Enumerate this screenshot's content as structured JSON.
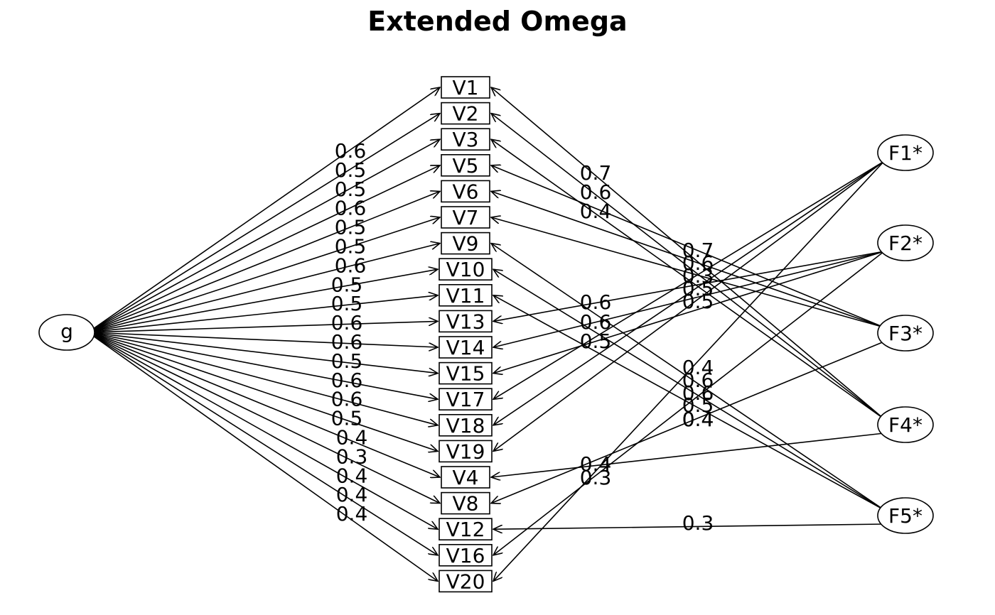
{
  "title": "Extended Omega",
  "general_factor": {
    "id": "g",
    "label": "g"
  },
  "variables": [
    "V1",
    "V2",
    "V3",
    "V5",
    "V6",
    "V7",
    "V9",
    "V10",
    "V11",
    "V13",
    "V14",
    "V15",
    "V17",
    "V18",
    "V19",
    "V4",
    "V8",
    "V12",
    "V16",
    "V20"
  ],
  "group_factors": [
    {
      "id": "F1",
      "label": "F1*"
    },
    {
      "id": "F2",
      "label": "F2*"
    },
    {
      "id": "F3",
      "label": "F3*"
    },
    {
      "id": "F4",
      "label": "F4*"
    },
    {
      "id": "F5",
      "label": "F5*"
    }
  ],
  "g_loadings": [
    {
      "var": "V1",
      "value": "0.6"
    },
    {
      "var": "V2",
      "value": "0.5"
    },
    {
      "var": "V3",
      "value": "0.5"
    },
    {
      "var": "V5",
      "value": "0.6"
    },
    {
      "var": "V6",
      "value": "0.5"
    },
    {
      "var": "V7",
      "value": "0.5"
    },
    {
      "var": "V9",
      "value": "0.6"
    },
    {
      "var": "V10",
      "value": "0.5"
    },
    {
      "var": "V11",
      "value": "0.5"
    },
    {
      "var": "V13",
      "value": "0.6"
    },
    {
      "var": "V14",
      "value": "0.6"
    },
    {
      "var": "V15",
      "value": "0.5"
    },
    {
      "var": "V17",
      "value": "0.6"
    },
    {
      "var": "V18",
      "value": "0.6"
    },
    {
      "var": "V19",
      "value": "0.5"
    },
    {
      "var": "V4",
      "value": "0.4"
    },
    {
      "var": "V8",
      "value": "0.3"
    },
    {
      "var": "V12",
      "value": "0.4"
    },
    {
      "var": "V16",
      "value": "0.4"
    },
    {
      "var": "V20",
      "value": "0.4"
    }
  ],
  "group_loadings": [
    {
      "factor": "F4",
      "var": "V1",
      "value": "0.7"
    },
    {
      "factor": "F4",
      "var": "V2",
      "value": "0.6"
    },
    {
      "factor": "F4",
      "var": "V3",
      "value": "0.4"
    },
    {
      "factor": "F3",
      "var": "V5",
      "value": "0.7"
    },
    {
      "factor": "F3",
      "var": "V6",
      "value": "0.6"
    },
    {
      "factor": "F3",
      "var": "V7",
      "value": "0.3"
    },
    {
      "factor": "F5",
      "var": "V9",
      "value": "0.6"
    },
    {
      "factor": "F5",
      "var": "V10",
      "value": "0.6"
    },
    {
      "factor": "F5",
      "var": "V11",
      "value": "0.5"
    },
    {
      "factor": "F2",
      "var": "V13",
      "value": "0.6"
    },
    {
      "factor": "F2",
      "var": "V14",
      "value": "0.6"
    },
    {
      "factor": "F2",
      "var": "V15",
      "value": "0.5"
    },
    {
      "factor": "F1",
      "var": "V17",
      "value": "0.5"
    },
    {
      "factor": "F1",
      "var": "V18",
      "value": "0.5"
    },
    {
      "factor": "F1",
      "var": "V19",
      "value": "0.4"
    },
    {
      "factor": "F4",
      "var": "V4",
      "value": "0.4"
    },
    {
      "factor": "F3",
      "var": "V8",
      "value": "0.3"
    },
    {
      "factor": "F5",
      "var": "V12",
      "value": "0.3"
    },
    {
      "factor": "F2",
      "var": "V16",
      "value": "0.4"
    },
    {
      "factor": "F1",
      "var": "V20",
      "value": "0.4"
    }
  ]
}
